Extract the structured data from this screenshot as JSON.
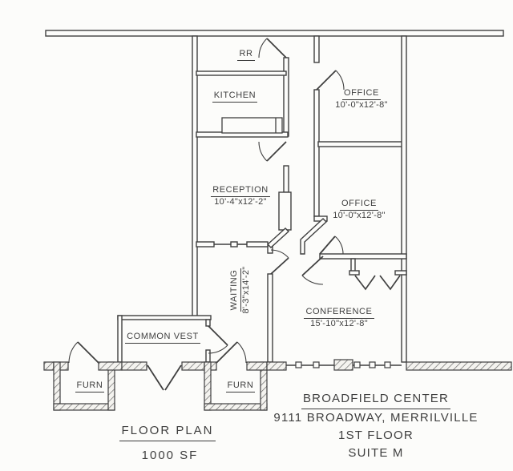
{
  "plan": {
    "rooms": {
      "rr": {
        "label": "RR"
      },
      "kitchen": {
        "label": "KITCHEN"
      },
      "office_top": {
        "label": "OFFICE",
        "dims": "10'-0\"x12'-8\""
      },
      "office_middle": {
        "label": "OFFICE",
        "dims": "10'-0\"x12'-8\""
      },
      "reception": {
        "label": "RECEPTION",
        "dims": "10'-4\"x12'-2\""
      },
      "waiting": {
        "label": "WAITING",
        "dims": "8'-3\"x14'-2\""
      },
      "conference": {
        "label": "CONFERENCE",
        "dims": "15'-10\"x12'-8\""
      },
      "common_vest": {
        "label": "COMMON VEST"
      },
      "furnace_left": {
        "label": "FURN"
      },
      "furnace_right": {
        "label": "FURN"
      }
    },
    "title_block": {
      "title": "FLOOR PLAN",
      "area": "1000 SF"
    },
    "address_block": {
      "building": "BROADFIELD CENTER",
      "street": "9111 BROADWAY, MERRILVILLE",
      "floor": "1ST FLOOR",
      "suite": "SUITE M"
    },
    "colors": {
      "line": "#3f3f3f",
      "background": "#fcfcfa"
    }
  }
}
